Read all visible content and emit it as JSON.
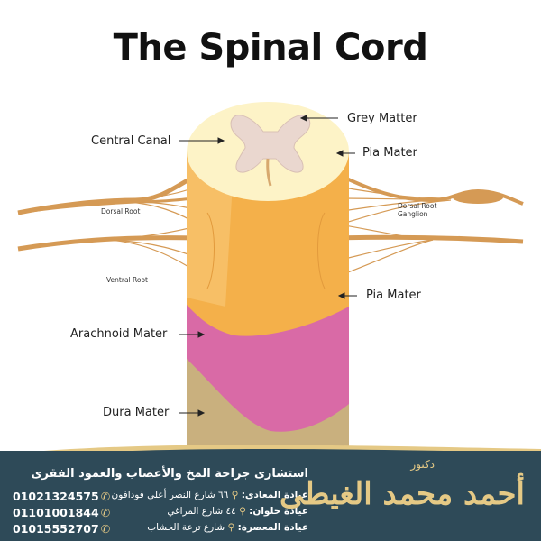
{
  "title": "The Spinal Cord",
  "labels": {
    "grey_matter": "Grey Matter",
    "central_canal": "Central Canal",
    "pia_mater_top": "Pia Mater",
    "dorsal_root": "Dorsal Root",
    "dorsal_root_ganglion_1": "Dorsal Root",
    "dorsal_root_ganglion_2": "Ganglion",
    "ventral_root": "Ventral Root",
    "pia_mater_side": "Pia Mater",
    "arachnoid_mater": "Arachnoid Mater",
    "dura_mater": "Dura Mater"
  },
  "colors": {
    "dura": "#c9b07e",
    "arachnoid": "#d96aa6",
    "pia": "#f4b04a",
    "cord_top": "#fdf3c7",
    "grey_matter": "#ead7cf",
    "nerve": "#d59a55",
    "footer": "#2e4a58",
    "gold": "#e5c985"
  },
  "footer": {
    "speciality": "استشارى جراحة المخ والأعصاب والعمود الفقرى",
    "doctor_title": "دكتور",
    "doctor_name": "أحمد محمد الغيطى",
    "clinics": [
      {
        "name": "عيادة المعادى:",
        "address": "٦٦ شارع النصر أعلى فودافون",
        "phone": "01021324575"
      },
      {
        "name": "عيادة حلوان:",
        "address": "٤٤ شارع المراغي",
        "phone": "01101001844"
      },
      {
        "name": "عيادة المعصرة:",
        "address": "شارع ترعة الخشاب",
        "phone": "01015552707"
      }
    ]
  }
}
